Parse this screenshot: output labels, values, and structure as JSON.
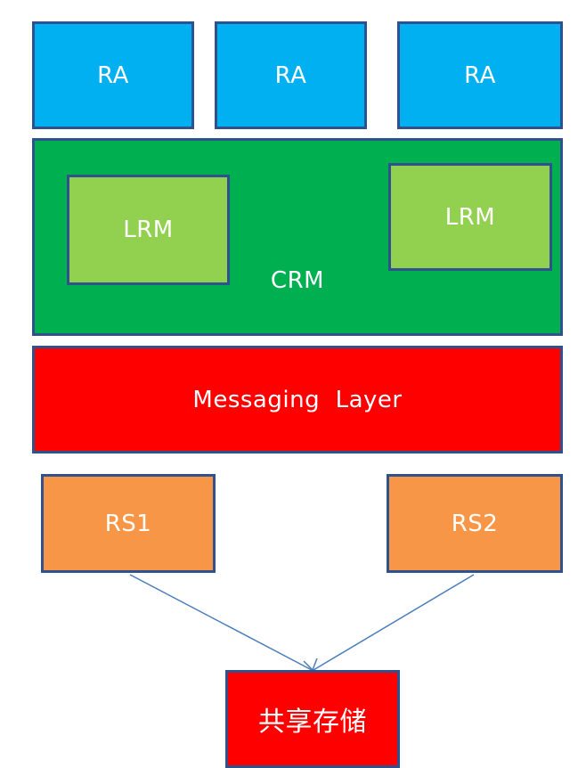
{
  "diagram": {
    "ra_boxes": [
      {
        "label": "RA"
      },
      {
        "label": "RA"
      },
      {
        "label": "RA"
      }
    ],
    "crm": {
      "label": "CRM",
      "lrm_boxes": [
        {
          "label": "LRM"
        },
        {
          "label": "LRM"
        }
      ]
    },
    "messaging_layer": {
      "label": "Messaging  Layer"
    },
    "rs_boxes": [
      {
        "label": "RS1"
      },
      {
        "label": "RS2"
      }
    ],
    "shared_storage": {
      "label": "共享存储"
    },
    "colors": {
      "ra": "#00b0f0",
      "crm": "#00b050",
      "lrm": "#92d050",
      "messaging": "#ff0000",
      "rs": "#f79646",
      "storage": "#ff0000",
      "border": "#2f528f",
      "arrow": "#4a7ebb"
    }
  }
}
